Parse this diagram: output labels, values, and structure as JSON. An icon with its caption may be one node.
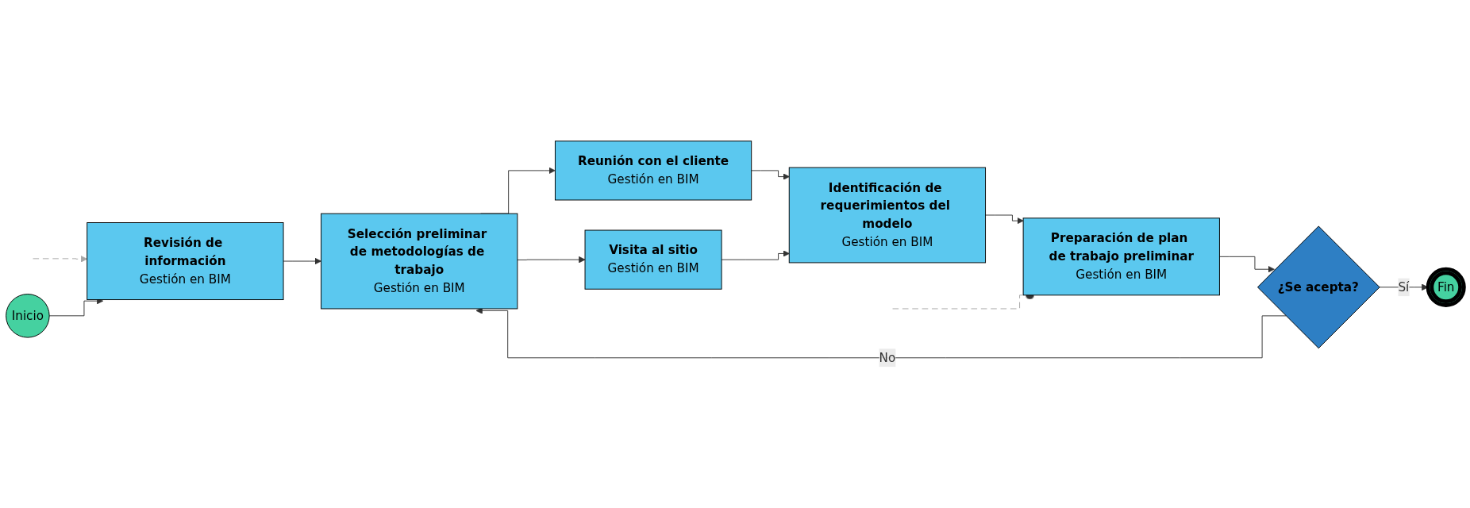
{
  "diagram": {
    "nodes": [
      {
        "text": [
          "Inicio"
        ]
      },
      {
        "text": [
          "Revisión de información",
          "Gestión en BIM"
        ]
      },
      {
        "text": [
          "Selección preliminar de metodologías de trabajo",
          "Gestión en BIM"
        ]
      },
      {
        "text": [
          "Reunión con el cliente",
          "Gestión en BIM"
        ]
      },
      {
        "text": [
          "Visita al sitio",
          "Gestión en BIM"
        ]
      },
      {
        "text": [
          "Identificación de requerimientos del modelo",
          "Gestión en BIM"
        ]
      },
      {
        "text": [
          "Preparación de plan de trabajo preliminar",
          "Gestión en BIM"
        ]
      },
      {
        "text": [
          "¿Se acepta?"
        ]
      },
      {
        "text": [
          "Fin"
        ]
      }
    ],
    "edges": [
      {
        "from": null,
        "to": 1,
        "arrow": "to",
        "style": "dashed",
        "color": "#a6a6a6"
      },
      {
        "from": 0,
        "to": 1,
        "arrow": "to"
      },
      {
        "from": 1,
        "to": 2,
        "arrow": "to"
      },
      {
        "from": 2,
        "to": 3,
        "arrow": "to"
      },
      {
        "from": 2,
        "to": 4,
        "arrow": "to"
      },
      {
        "from": 3,
        "to": 5,
        "arrow": "to"
      },
      {
        "from": 4,
        "to": 5,
        "arrow": "to"
      },
      {
        "from": 5,
        "to": 6,
        "arrow": "to"
      },
      {
        "from": 6,
        "to": 7,
        "arrow": "to"
      },
      {
        "from": 7,
        "to": 2,
        "arrow": "to",
        "label": "No"
      },
      {
        "from": 7,
        "to": 8,
        "arrow": "to",
        "label": "Sí"
      },
      {
        "from": 6,
        "to": null,
        "arrow": "other",
        "style": "dashed",
        "color": "#a6a6a6"
      }
    ]
  }
}
